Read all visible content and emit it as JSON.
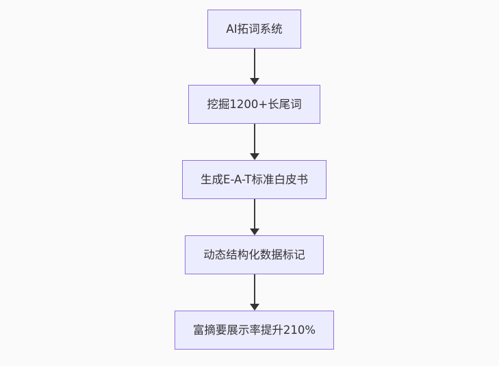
{
  "diagram": {
    "type": "flowchart-top-down",
    "nodes": [
      {
        "id": "node-1",
        "label": "AI拓词系统"
      },
      {
        "id": "node-2",
        "label": "挖掘1200+长尾词"
      },
      {
        "id": "node-3",
        "label": "生成E-A-T标准白皮书"
      },
      {
        "id": "node-4",
        "label": "动态结构化数据标记"
      },
      {
        "id": "node-5",
        "label": "富摘要展示率提升210%"
      }
    ],
    "edges": [
      {
        "from": "node-1",
        "to": "node-2"
      },
      {
        "from": "node-2",
        "to": "node-3"
      },
      {
        "from": "node-3",
        "to": "node-4"
      },
      {
        "from": "node-4",
        "to": "node-5"
      }
    ],
    "colors": {
      "background": "#FAFAFA",
      "node_fill": "#ECECFF",
      "node_border": "#9370DB",
      "node_text": "#333333",
      "arrow": "#333333"
    }
  }
}
